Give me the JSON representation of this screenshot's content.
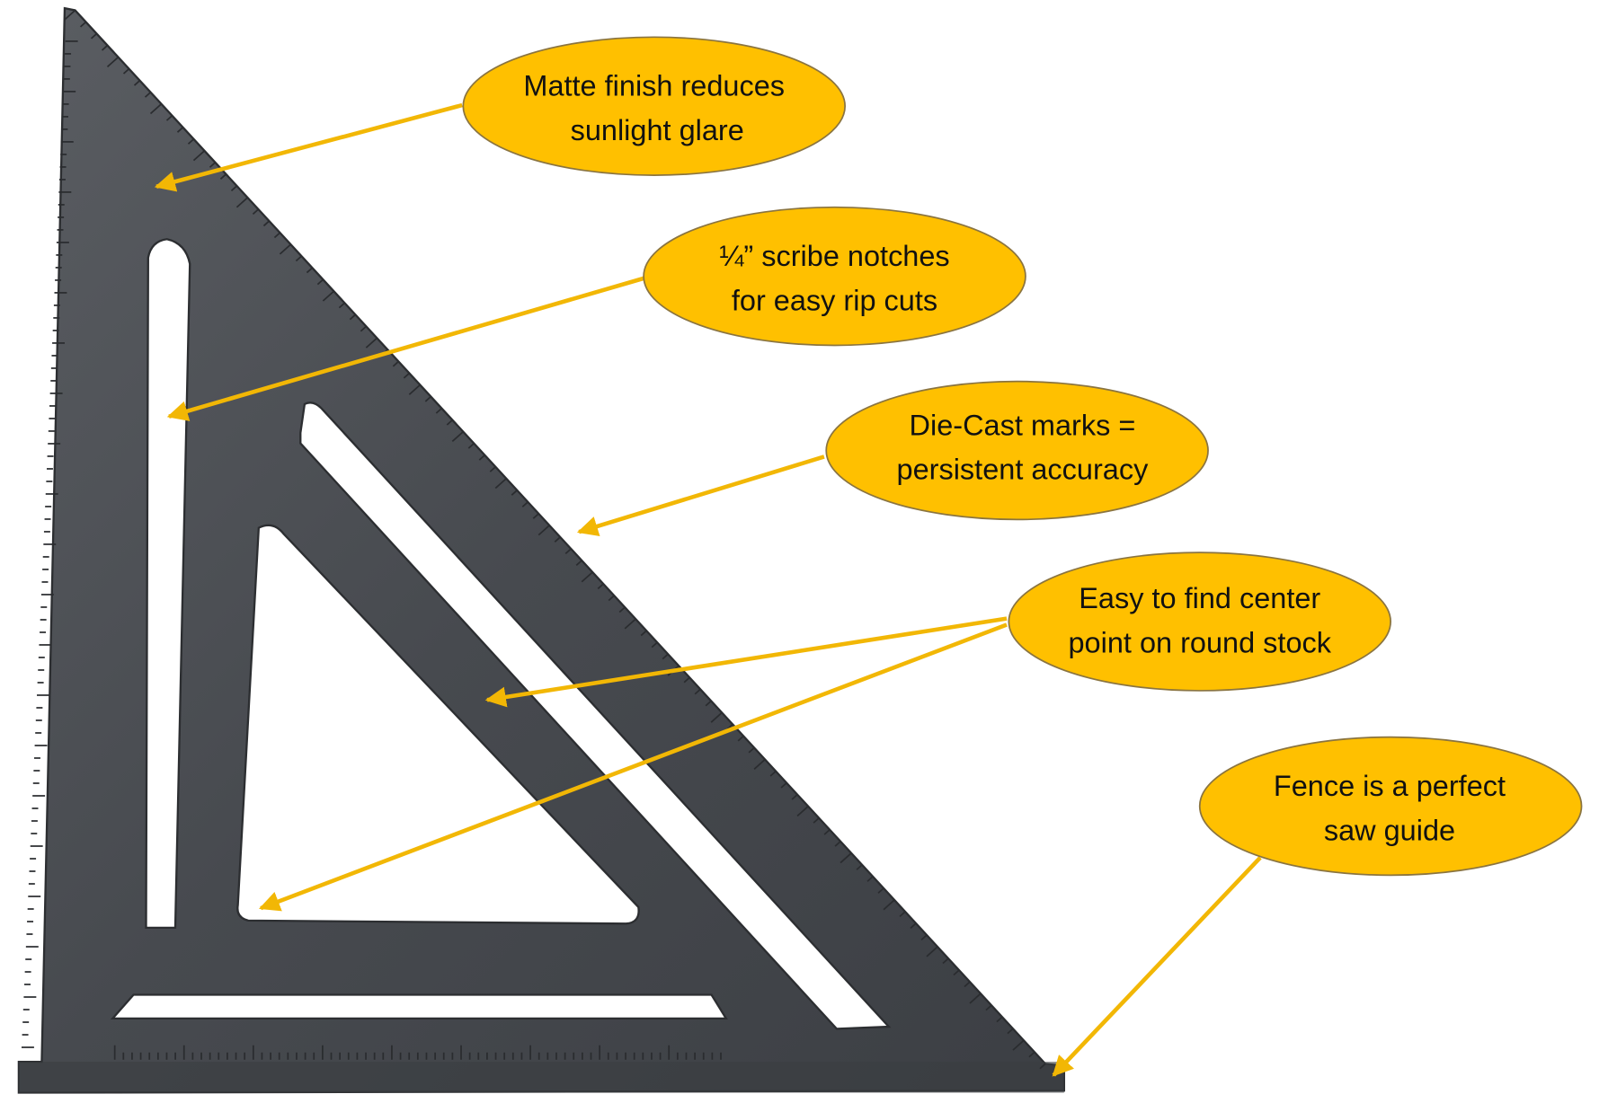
{
  "colors": {
    "callout_fill": "#FFC000",
    "callout_stroke": "#8a7440",
    "arrow": "#F2B705",
    "metal": "#4a4d52",
    "metal_edge": "#2c2e31"
  },
  "callouts": [
    {
      "lines": [
        "Matte finish reduces",
        "sunlight glare"
      ]
    },
    {
      "lines": [
        "¼” scribe notches",
        "for easy rip cuts"
      ]
    },
    {
      "lines": [
        "Die-Cast marks =",
        "persistent accuracy"
      ]
    },
    {
      "lines": [
        "Easy to find center",
        "point on round stock"
      ]
    },
    {
      "lines": [
        "Fence is a perfect",
        "saw guide"
      ]
    }
  ]
}
